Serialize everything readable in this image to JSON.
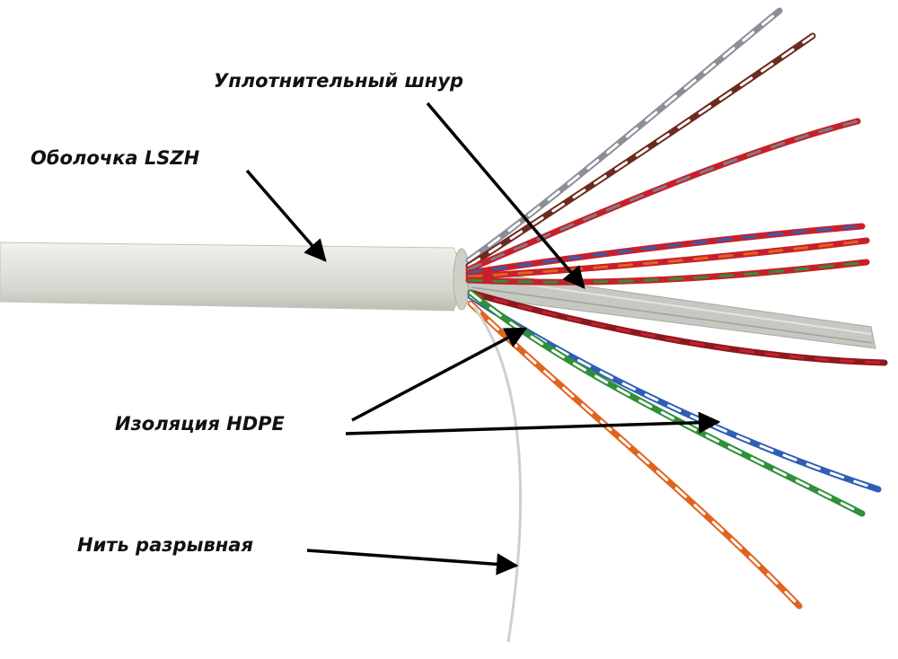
{
  "labels": {
    "sheath": "Оболочка LSZH",
    "filler_cord": "Уплотнительный шнур",
    "insulation": "Изоляция HDPE",
    "rip_cord": "Нить разрывная"
  },
  "colors": {
    "jacket": "#dcdcd6",
    "pair_blue": "#2f5fb5",
    "pair_orange": "#e0641e",
    "pair_green": "#2f8f3a",
    "pair_brown": "#6e2a1e",
    "pair_slate": "#7a7f88",
    "pair_red": "#c8202a",
    "filler": "#b8bcb6",
    "arrow": "#000000"
  }
}
